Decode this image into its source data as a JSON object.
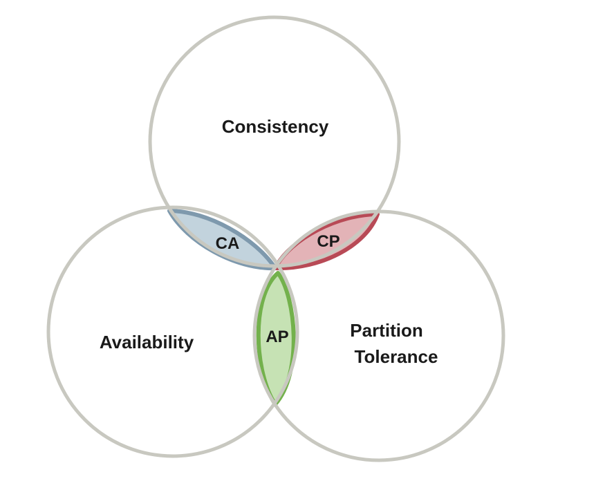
{
  "colors": {
    "circle_stroke": "#c8c8c0",
    "ca_fill": "#c2d3dd",
    "ca_stroke": "#7e99ad",
    "cp_fill": "#e3b3b7",
    "cp_stroke": "#b84a56",
    "ap_fill": "#c6e2b4",
    "ap_stroke": "#73b14c"
  },
  "circles": {
    "consistency": {
      "label": "Consistency"
    },
    "availability": {
      "label": "Availability"
    },
    "partition": {
      "label_line1": "Partition",
      "label_line2": "Tolerance"
    }
  },
  "intersections": {
    "ca": {
      "label": "CA"
    },
    "cp": {
      "label": "CP"
    },
    "ap": {
      "label": "AP"
    }
  }
}
